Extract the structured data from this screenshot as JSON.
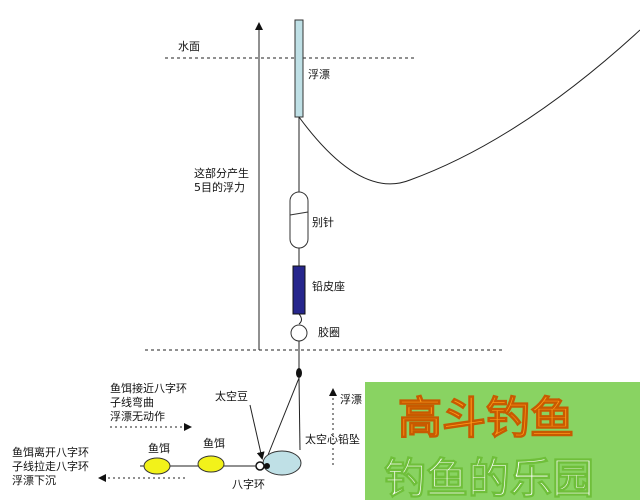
{
  "labels": {
    "water_surface": "水面",
    "float": "浮漂",
    "buoyancy_note_line1": "这部分产生",
    "buoyancy_note_line2": "5目的浮力",
    "pin": "别针",
    "lead_seat": "铅皮座",
    "rubber_ring": "胶圈",
    "bait_approach_line1": "鱼饵接近八字环",
    "bait_approach_line2": "子线弯曲",
    "bait_approach_line3": "浮漂无动作",
    "space_bean": "太空豆",
    "bait_left": "鱼饵",
    "bait_right": "鱼饵",
    "bait_leave_line1": "鱼饵离开八字环",
    "bait_leave_line2": "子线拉走八字环",
    "bait_leave_line3": "浮漂下沉",
    "swivel": "八字环",
    "hollow_sinker": "太空心铅坠",
    "float_rise": "浮漂"
  },
  "watermark": {
    "line1": "高斗钓鱼",
    "line2": "钓鱼的乐园"
  },
  "colors": {
    "float_fill": "#bfe0e6",
    "lead_seat_fill": "#26268c",
    "bait_fill": "#f2f21a",
    "sinker_fill": "#bfe0e6",
    "line_color": "#222222",
    "watermark_bg": "#7fcf55"
  }
}
